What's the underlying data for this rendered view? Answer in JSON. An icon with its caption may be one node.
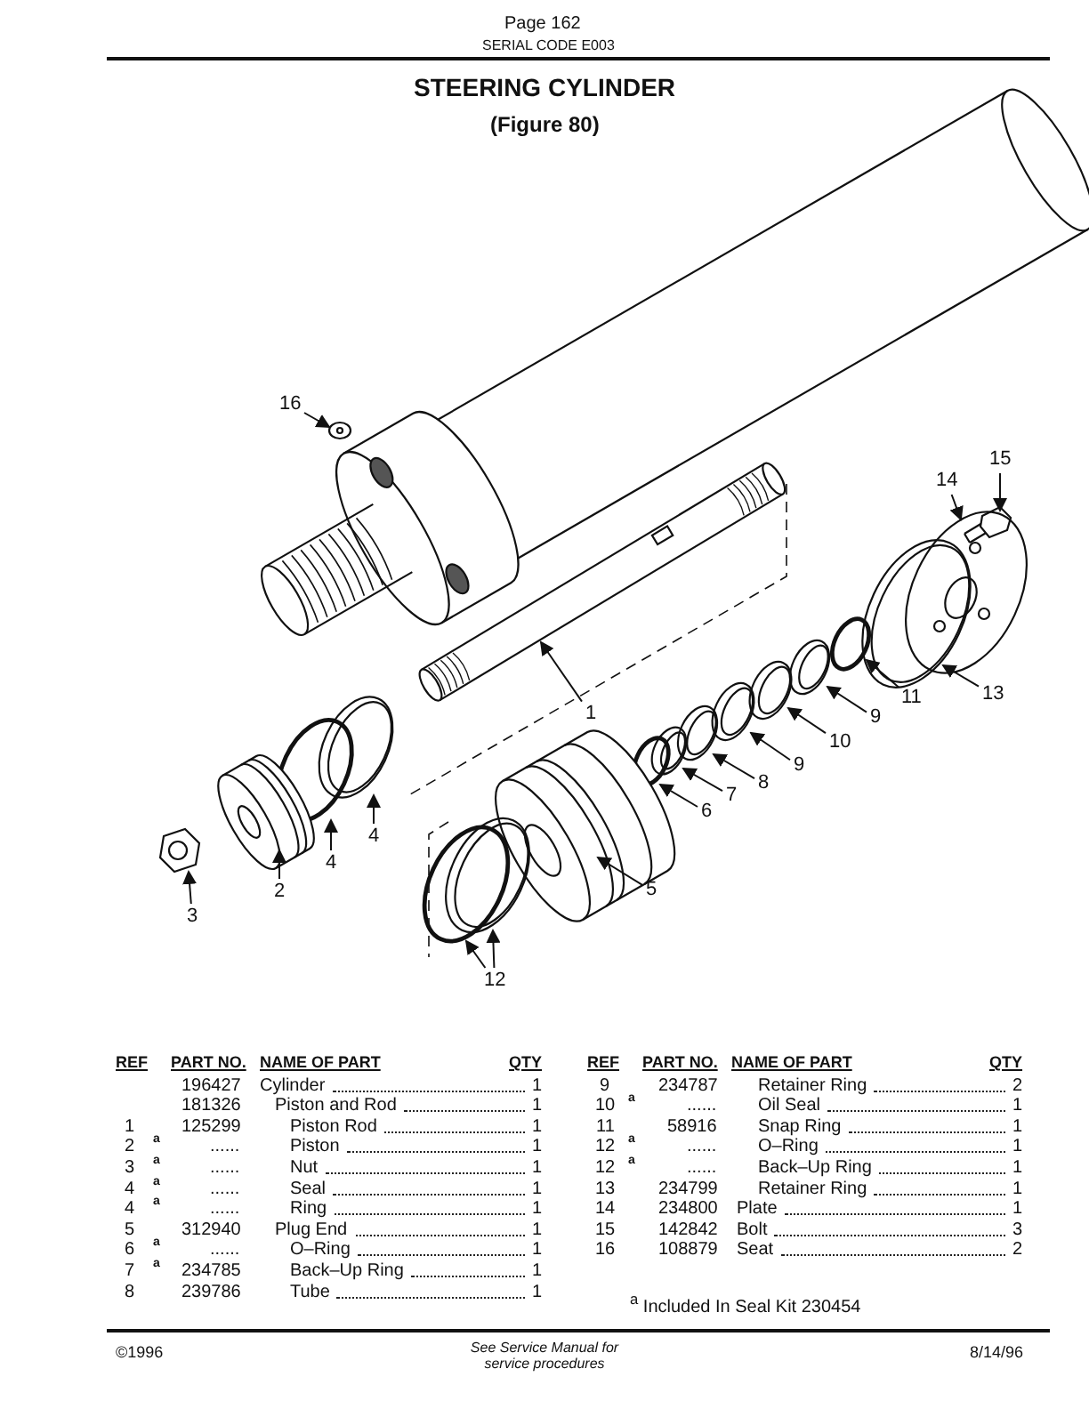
{
  "diagram": {
    "title": "STEERING CYLINDER",
    "nodes": [
      {
        "text": [
          "16"
        ]
      },
      {
        "text": [
          "15"
        ]
      },
      {
        "text": [
          "14"
        ]
      },
      {
        "text": [
          "1"
        ]
      },
      {
        "text": [
          "11"
        ]
      },
      {
        "text": [
          "13"
        ]
      },
      {
        "text": [
          "9"
        ]
      },
      {
        "text": [
          "10"
        ]
      },
      {
        "text": [
          "9"
        ]
      },
      {
        "text": [
          "8"
        ]
      },
      {
        "text": [
          "7"
        ]
      },
      {
        "text": [
          "6"
        ]
      },
      {
        "text": [
          "4"
        ]
      },
      {
        "text": [
          "4"
        ]
      },
      {
        "text": [
          "2"
        ]
      },
      {
        "text": [
          "5"
        ]
      },
      {
        "text": [
          "3"
        ]
      },
      {
        "text": [
          "12"
        ]
      },
      {
        "text": [],
        "shape": "picture"
      },
      {
        "text": [],
        "shape": "picture"
      },
      {
        "text": [],
        "shape": "picture"
      },
      {
        "text": [],
        "shape": "picture"
      },
      {
        "text": [],
        "shape": "circle"
      },
      {
        "text": [],
        "shape": "circle"
      },
      {
        "text": [],
        "shape": "circle"
      },
      {
        "text": [],
        "shape": "circle"
      },
      {
        "text": [],
        "shape": "circle"
      },
      {
        "text": [],
        "shape": "circle"
      },
      {
        "text": [],
        "shape": "circle"
      },
      {
        "text": [],
        "shape": "circle"
      },
      {
        "text": [],
        "shape": "circle"
      },
      {
        "text": [],
        "shape": "circle"
      },
      {
        "text": [],
        "shape": "picture"
      },
      {
        "text": [],
        "shape": "picture"
      },
      {
        "text": [],
        "shape": "picture"
      },
      {
        "text": [],
        "shape": "circle"
      },
      {
        "text": [],
        "shape": "circle"
      }
    ],
    "edges": [
      {
        "from": 0,
        "to": 18,
        "arrow": "to"
      },
      {
        "from": 1,
        "to": 19,
        "arrow": "to"
      },
      {
        "from": 2,
        "to": 20,
        "arrow": "to"
      },
      {
        "from": 3,
        "to": 21,
        "arrow": "to"
      },
      {
        "from": 4,
        "to": 22,
        "arrow": "to"
      },
      {
        "from": 5,
        "to": 23,
        "arrow": "to"
      },
      {
        "from": 6,
        "to": 24,
        "arrow": "to"
      },
      {
        "from": 7,
        "to": 25,
        "arrow": "to"
      },
      {
        "from": 8,
        "to": 26,
        "arrow": "to"
      },
      {
        "from": 9,
        "to": 27,
        "arrow": "to"
      },
      {
        "from": 10,
        "to": 28,
        "arrow": "to"
      },
      {
        "from": 11,
        "to": 29,
        "arrow": "to"
      },
      {
        "from": 12,
        "to": 30,
        "arrow": "to"
      },
      {
        "from": 13,
        "to": 31,
        "arrow": "to"
      },
      {
        "from": 14,
        "to": 32,
        "arrow": "to"
      },
      {
        "from": 15,
        "to": 33,
        "arrow": "to"
      },
      {
        "from": 16,
        "to": 34,
        "arrow": "to"
      },
      {
        "from": 17,
        "to": 35,
        "arrow": "to"
      },
      {
        "from": 17,
        "to": 36,
        "arrow": "to"
      }
    ],
    "labels": [
      "Page 162",
      "SERIAL CODE E003",
      "(Figure 80)",
      "REF",
      "PART NO.",
      "NAME OF PART",
      "QTY",
      "196427",
      "Cylinder",
      "1",
      "181326",
      "Piston and Rod",
      "1",
      "1",
      "125299",
      "Piston Rod",
      "1",
      "2",
      "a",
      "......",
      "Piston",
      "1",
      "3",
      "a",
      "......",
      "Nut",
      "1",
      "4",
      "a",
      "......",
      "Seal",
      "1",
      "4",
      "a",
      "......",
      "Ring",
      "1",
      "5",
      "312940",
      "Plug End",
      "1",
      "6",
      "a",
      "......",
      "O–Ring",
      "1",
      "7",
      "a",
      "234785",
      "Back–Up Ring",
      "1",
      "8",
      "239786",
      "Tube",
      "1",
      "REF",
      "PART NO.",
      "NAME OF PART",
      "QTY",
      "9",
      "234787",
      "Retainer Ring",
      "2",
      "10",
      "a",
      "......",
      "Oil Seal",
      "1",
      "11",
      "58916",
      "Snap Ring",
      "1",
      "12",
      "a",
      "......",
      "O–Ring",
      "1",
      "12",
      "a",
      "......",
      "Back–Up Ring",
      "1",
      "13",
      "234799",
      "Retainer Ring",
      "1",
      "14",
      "234800",
      "Plate",
      "1",
      "15",
      "142842",
      "Bolt",
      "3",
      "16",
      "108879",
      "Seat",
      "2",
      "$^{a}$ Included In Seal Kit 230454",
      "©1996",
      "See Service Manual for service procedures",
      "8/14/96"
    ]
  }
}
